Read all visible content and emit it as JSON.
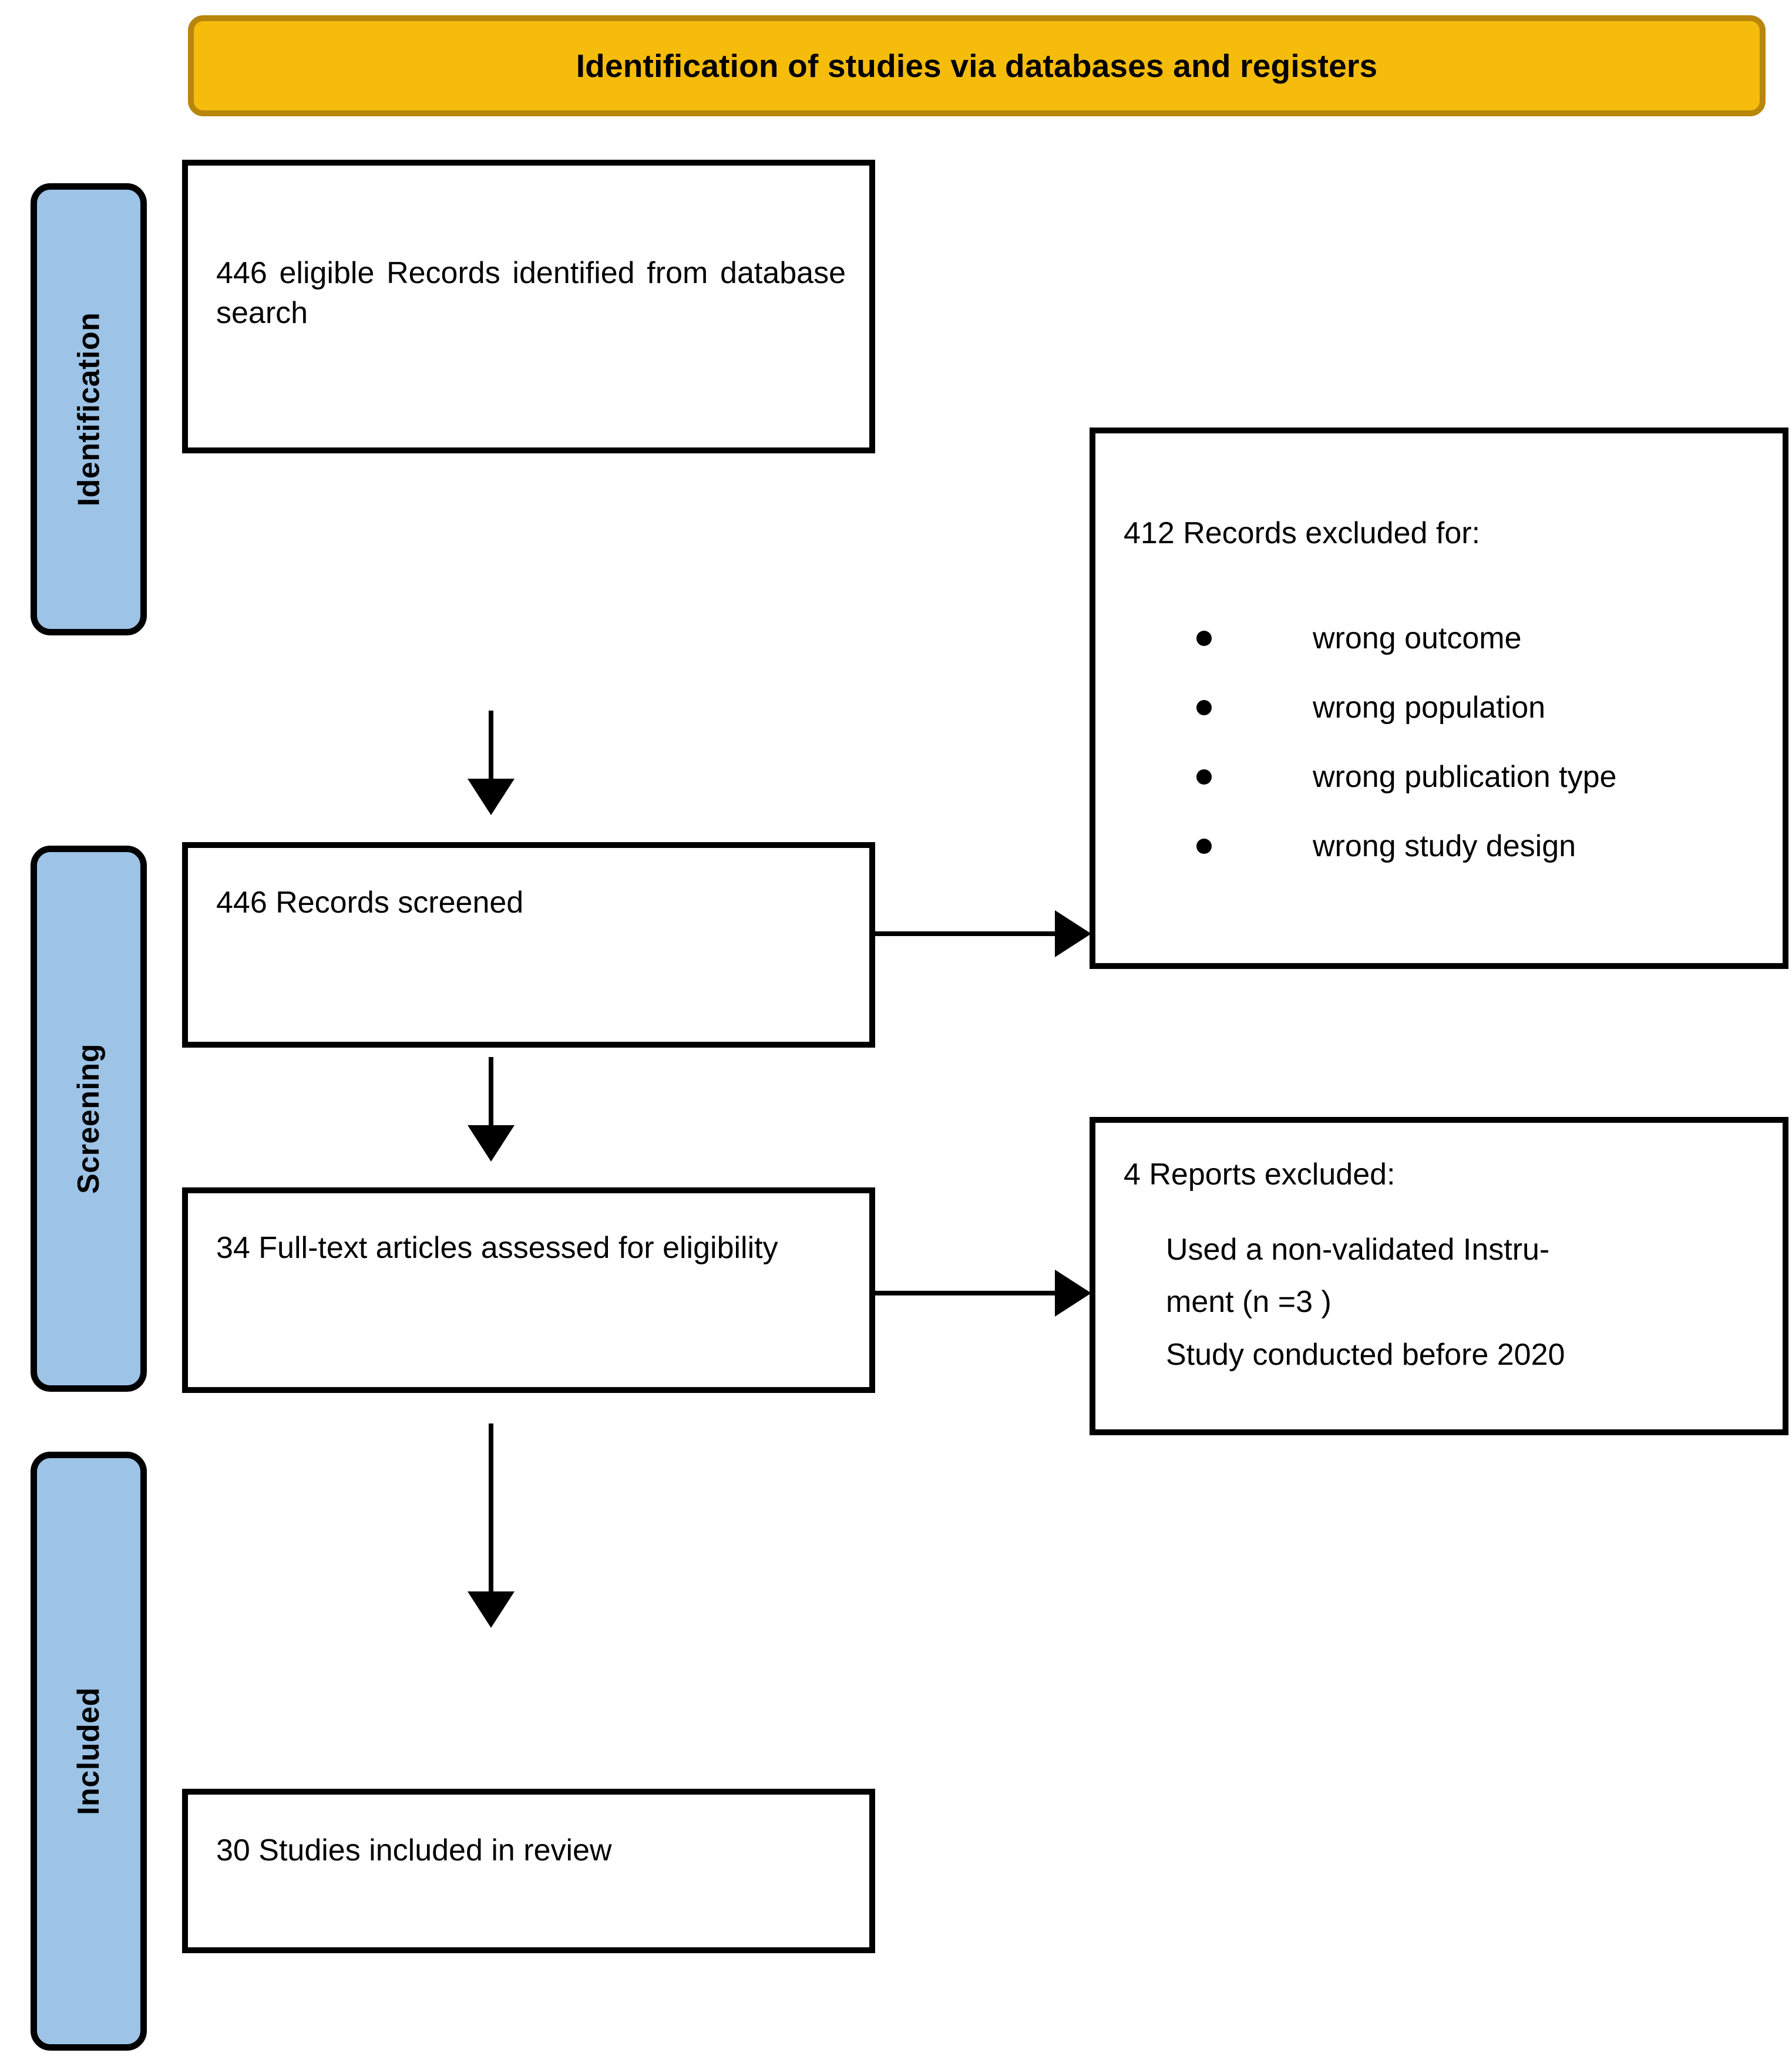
{
  "banner": {
    "title": "Identification of studies via databases and registers",
    "fill_color": "#F5BC0C",
    "border_color": "#B8860B"
  },
  "stages": [
    {
      "id": "identification",
      "label": "Identification",
      "fill_color": "#9DC3E6"
    },
    {
      "id": "screening",
      "label": "Screening",
      "fill_color": "#9DC3E6"
    },
    {
      "id": "included",
      "label": "Included",
      "fill_color": "#9DC3E6"
    }
  ],
  "boxes": {
    "identified": {
      "text": "446 eligible Records identified from database search"
    },
    "screened": {
      "text": "446 Records screened"
    },
    "fulltext": {
      "text": "34 Full-text articles assessed for eligibility"
    },
    "included": {
      "text": "30 Studies included in review"
    },
    "excluded_records": {
      "heading": "412 Records excluded for:",
      "reasons": [
        "wrong outcome",
        "wrong population",
        "wrong publication type",
        "wrong study design"
      ]
    },
    "excluded_reports": {
      "heading": "4 Reports excluded:",
      "lines": [
        "Used a non-validated Instru-",
        "ment (n =3 )",
        "Study conducted before 2020"
      ]
    }
  },
  "counts": {
    "records_identified": 446,
    "records_screened": 446,
    "records_excluded": 412,
    "fulltext_assessed": 34,
    "reports_excluded": 4,
    "non_validated_instrument": 3,
    "studies_included": 30
  }
}
